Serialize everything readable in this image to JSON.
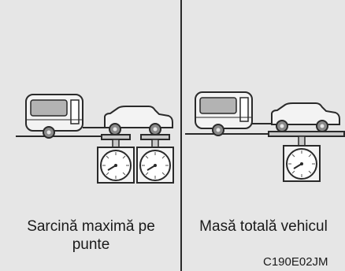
{
  "left_panel": {
    "caption": "Sarcină maximă pe punte"
  },
  "right_panel": {
    "caption": "Masă totală vehicul"
  },
  "figure_code": "C190E02JM",
  "colors": {
    "background": "#e6e6e6",
    "line": "#2a2a2a",
    "body_fill": "#f3f3f3",
    "window_fill": "#b3b3b3",
    "wheel_fill": "#8a8a8a"
  },
  "icons": {
    "trailer": "caravan-trailer-icon",
    "car": "car-icon",
    "scale": "dial-scale-icon"
  }
}
